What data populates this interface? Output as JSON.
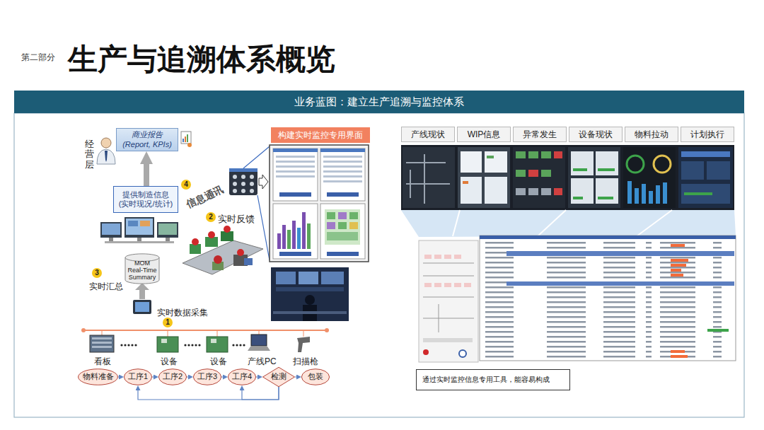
{
  "diagram": {
    "title": "生产与追溯体系概览",
    "nodes": [
      {
        "text": [
          "业务蓝图：建立生产追溯与监控体系"
        ]
      },
      {
        "text": [
          "商业报告 (Report, KPIs)"
        ]
      },
      {
        "text": [
          "提供制造信息 (实时现况/统计)"
        ]
      },
      {
        "text": [
          "MOM Real-Time Summary"
        ]
      },
      {
        "text": [
          "构建实时监控专用界面"
        ]
      },
      {
        "text": [
          "物料准备"
        ]
      },
      {
        "text": [
          "工序1"
        ]
      },
      {
        "text": [
          "工序2"
        ]
      },
      {
        "text": [
          "工序3"
        ]
      },
      {
        "text": [
          "工序4"
        ]
      },
      {
        "text": [
          "检测"
        ]
      },
      {
        "text": [
          "包装"
        ]
      },
      {
        "text": [
          "产线现状"
        ]
      },
      {
        "text": [
          "WIP信息"
        ]
      },
      {
        "text": [
          "异常发生"
        ]
      },
      {
        "text": [
          "设备现状"
        ]
      },
      {
        "text": [
          "物料拉动"
        ]
      },
      {
        "text": [
          "计划执行"
        ]
      },
      {
        "text": [
          "通过实时监控信息专用工具，能容易构成"
        ]
      }
    ],
    "edges": [
      {
        "from": 2,
        "to": 1,
        "arrow": "to"
      },
      {
        "from": 5,
        "to": 6,
        "arrow": "to"
      },
      {
        "from": 6,
        "to": 7,
        "arrow": "to"
      },
      {
        "from": 7,
        "to": 8,
        "arrow": "to"
      },
      {
        "from": 8,
        "to": 9,
        "arrow": "to"
      },
      {
        "from": 9,
        "to": 10,
        "arrow": "to"
      },
      {
        "from": 10,
        "to": 11,
        "arrow": "to"
      },
      {
        "from": 10,
        "to": 6,
        "arrow": "to"
      },
      {
        "from": 10,
        "to": 9,
        "arrow": "to"
      }
    ],
    "labels": [
      "第二部分",
      "经营层",
      "4",
      "信息通讯",
      "2",
      "实时反馈",
      "3",
      "实时汇总",
      "实时数据采集",
      "1",
      "看板",
      "设备",
      "设备",
      "产线PC",
      "扫描枪"
    ]
  }
}
